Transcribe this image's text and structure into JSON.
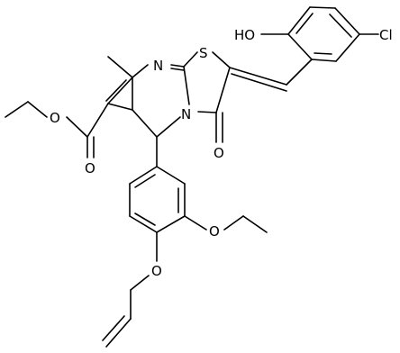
{
  "molecule": {
    "atom_labels": {
      "hydroxyl": "HO",
      "chlorine": "Cl",
      "ring_nitrogen": "N",
      "fused_nitrogen": "N",
      "sulfur": "S",
      "ketone_oxygen": "O",
      "ester_carbonyl_oxygen": "O",
      "ester_alkoxy_oxygen": "O",
      "ethoxy_oxygen": "O",
      "allyloxy_oxygen": "O"
    }
  },
  "colors": {
    "bond": "#000000",
    "label": "#000000",
    "background": "#ffffff"
  }
}
